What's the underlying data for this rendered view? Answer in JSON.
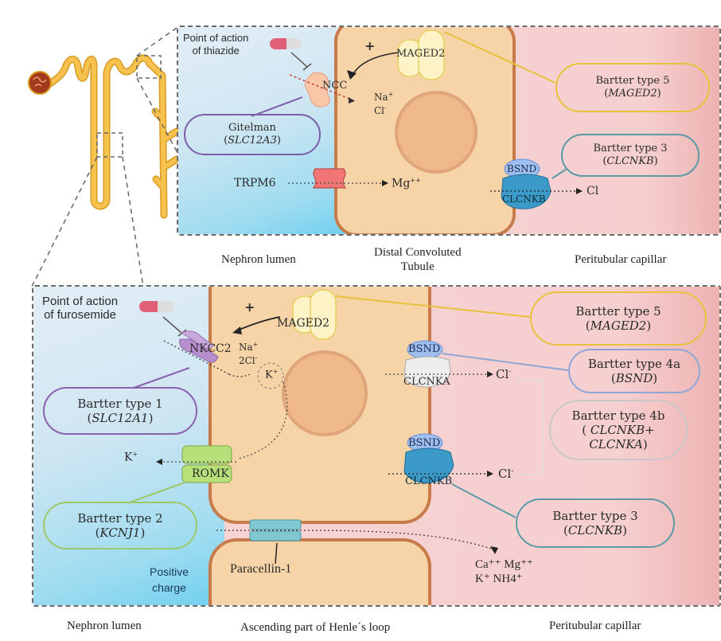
{
  "colors": {
    "lumen": "#9fdcf0",
    "cell": "#f7d4a8",
    "cell_border": "#c77b4a",
    "capillary": "#f6cfcf",
    "nephron": "#f7c24e",
    "gitelman": "#7a5ea8",
    "bartter1": "#8a62b0",
    "bartter2": "#9cc86a",
    "bartter3": "#5b9aa6",
    "bartter4a": "#8fa6d6",
    "bartter4b": "#b8b8b8",
    "bartter5": "#e8c23a"
  },
  "top_panel": {
    "drug_label_line1": "Point of action",
    "drug_label_line2": "of thiazide",
    "transporter_ncc": "NCC",
    "ion_na": "Na",
    "ion_na_sup": "+",
    "ion_cl": "Cl",
    "ion_cl_sup": "-",
    "plus_sign": "+",
    "maged2": "MAGED2",
    "trpm6": "TRPM6",
    "mg": "Mg",
    "mg_sup": "++",
    "bsnd": "BSND",
    "clcnkb": "CLCNKB",
    "cl_out": "Cl",
    "gitelman": {
      "title": "Gitelman",
      "gene": "SLC12A3"
    },
    "bartter5": {
      "title": "Bartter type 5",
      "gene": "MAGED2"
    },
    "bartter3": {
      "title": "Bartter type 3",
      "gene": "CLCNKB"
    },
    "captions": {
      "lumen": "Nephron lumen",
      "tubule_line1": "Distal Convoluted",
      "tubule_line2": "Tubule",
      "capillary": "Peritubular capillar"
    }
  },
  "bottom_panel": {
    "drug_label_line1": "Point of action",
    "drug_label_line2": "of furosemide",
    "transporter_nkcc2": "NKCC2",
    "ion_na": "Na",
    "ion_na_sup": "+",
    "ion_2cl": "2Cl",
    "ion_2cl_sup": "-",
    "k_inside": "K",
    "k_inside_sup": "+",
    "plus_sign": "+",
    "maged2": "MAGED2",
    "k_out": "K",
    "k_out_sup": "+",
    "romk": "ROMK",
    "bsnd_a": "BSND",
    "clcnka": "CLCNKA",
    "cl_a": "Cl",
    "cl_a_sup": "-",
    "bsnd_b": "BSND",
    "clcnkb": "CLCNKB",
    "cl_b": "Cl",
    "cl_b_sup": "-",
    "paracellin": "Paracellin-1",
    "positive_line1": "Positive",
    "positive_line2": "charge",
    "cations_line1": "Ca⁺⁺ Mg⁺⁺",
    "cations_line2": "K⁺ NH4⁺",
    "bartter1": {
      "title": "Bartter type 1",
      "gene": "SLC12A1"
    },
    "bartter2": {
      "title": "Bartter type 2",
      "gene": "KCNJ1"
    },
    "bartter5": {
      "title": "Bartter type 5",
      "gene": "MAGED2"
    },
    "bartter4a": {
      "title": "Bartter type 4a",
      "gene": "BSND"
    },
    "bartter4b": {
      "title": "Bartter type 4b",
      "gene_line1": "CLCNKB+",
      "gene_line2": "CLCNKA"
    },
    "bartter3": {
      "title": "Bartter type 3",
      "gene": "CLCNKB"
    },
    "captions": {
      "lumen": "Nephron lumen",
      "tubule": "Ascending part of Henle´s loop",
      "capillary": "Peritubular capillar"
    }
  },
  "icons": {
    "pill": "capsule-pill-icon",
    "nephron": "nephron-illustration"
  }
}
